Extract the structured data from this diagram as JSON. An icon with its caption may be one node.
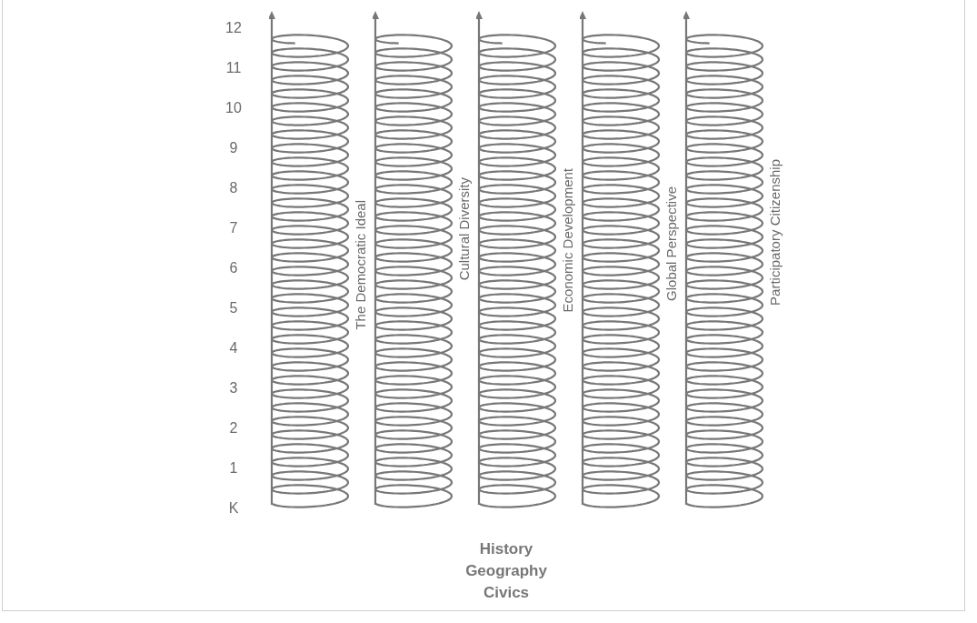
{
  "diagram": {
    "nodes": [
      {
        "text": [
          "The Democratic Ideal"
        ]
      },
      {
        "text": [
          "Cultural Diversity"
        ]
      },
      {
        "text": [
          "Economic Development"
        ]
      },
      {
        "text": [
          "Global Perspective"
        ]
      },
      {
        "text": [
          "Participatory Citizenship"
        ]
      }
    ],
    "labels": [
      "12",
      "11",
      "10",
      "9",
      "8",
      "7",
      "6",
      "5",
      "4",
      "3",
      "2",
      "1",
      "K",
      "History Geography Civics"
    ]
  }
}
